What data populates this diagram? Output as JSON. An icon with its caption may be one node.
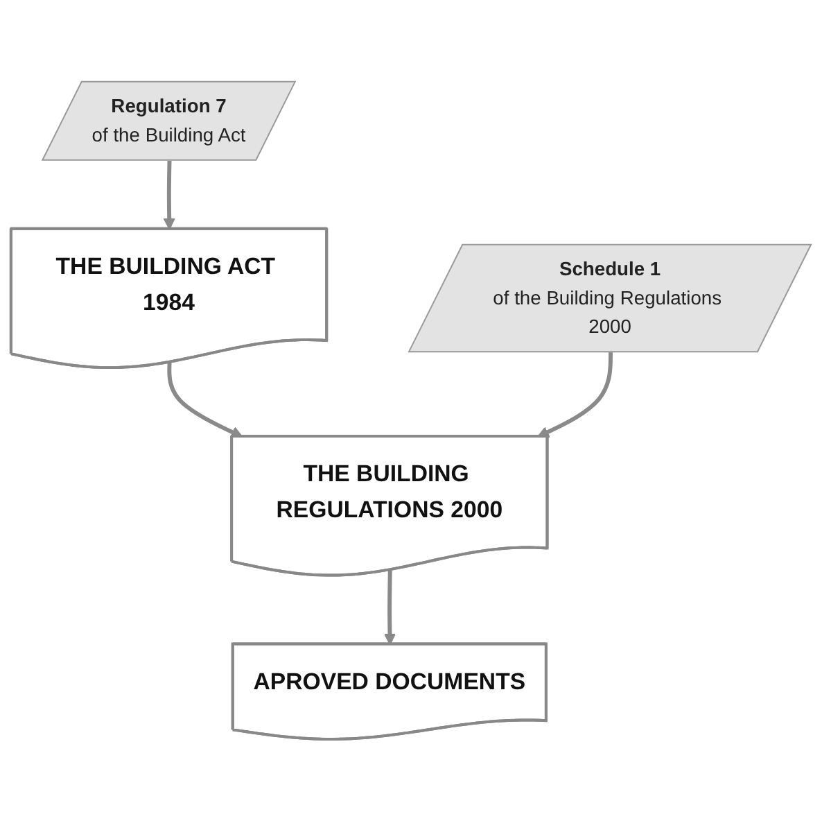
{
  "diagram": {
    "nodes": [
      {
        "text": [
          "THE BUILDING ACT 1984"
        ]
      },
      {
        "text": [
          "Regulation 7",
          "of the Building Act"
        ]
      },
      {
        "text": [
          "THE BUILDING REGULATIONS 2000"
        ]
      },
      {
        "text": [
          "Schedule 1",
          "of the Building Regulations 2000"
        ]
      },
      {
        "text": [
          "APROVED DOCUMENTS"
        ]
      }
    ],
    "edges": [
      {
        "from": 1,
        "to": 0,
        "arrow": "to"
      },
      {
        "from": 0,
        "to": 2,
        "arrow": "to"
      },
      {
        "from": 3,
        "to": 2,
        "arrow": "to"
      },
      {
        "from": 2,
        "to": 4,
        "arrow": "to"
      }
    ]
  }
}
